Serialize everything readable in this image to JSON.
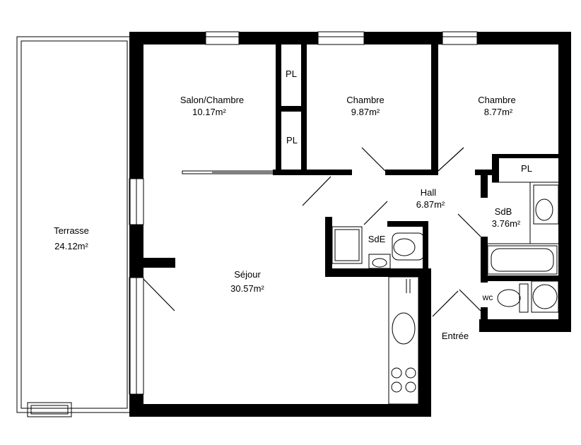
{
  "rooms": {
    "salon_chambre": {
      "name": "Salon/Chambre",
      "area": "10.17m²"
    },
    "chambre1": {
      "name": "Chambre",
      "area": "9.87m²"
    },
    "chambre2": {
      "name": "Chambre",
      "area": "8.77m²"
    },
    "hall": {
      "name": "Hall",
      "area": "6.87m²"
    },
    "sdb": {
      "name": "SdB",
      "area": "3.76m²"
    },
    "sejour": {
      "name": "Séjour",
      "area": "30.57m²"
    },
    "terrasse": {
      "name": "Terrasse",
      "area": "24.12m²"
    },
    "sde": {
      "name": "SdE"
    },
    "wc": {
      "name": "wc"
    },
    "entree": {
      "name": "Entrée"
    }
  },
  "closets": {
    "pl1": "PL",
    "pl2": "PL",
    "pl3": "PL"
  },
  "colors": {
    "wall": "#000000",
    "background": "#ffffff"
  }
}
